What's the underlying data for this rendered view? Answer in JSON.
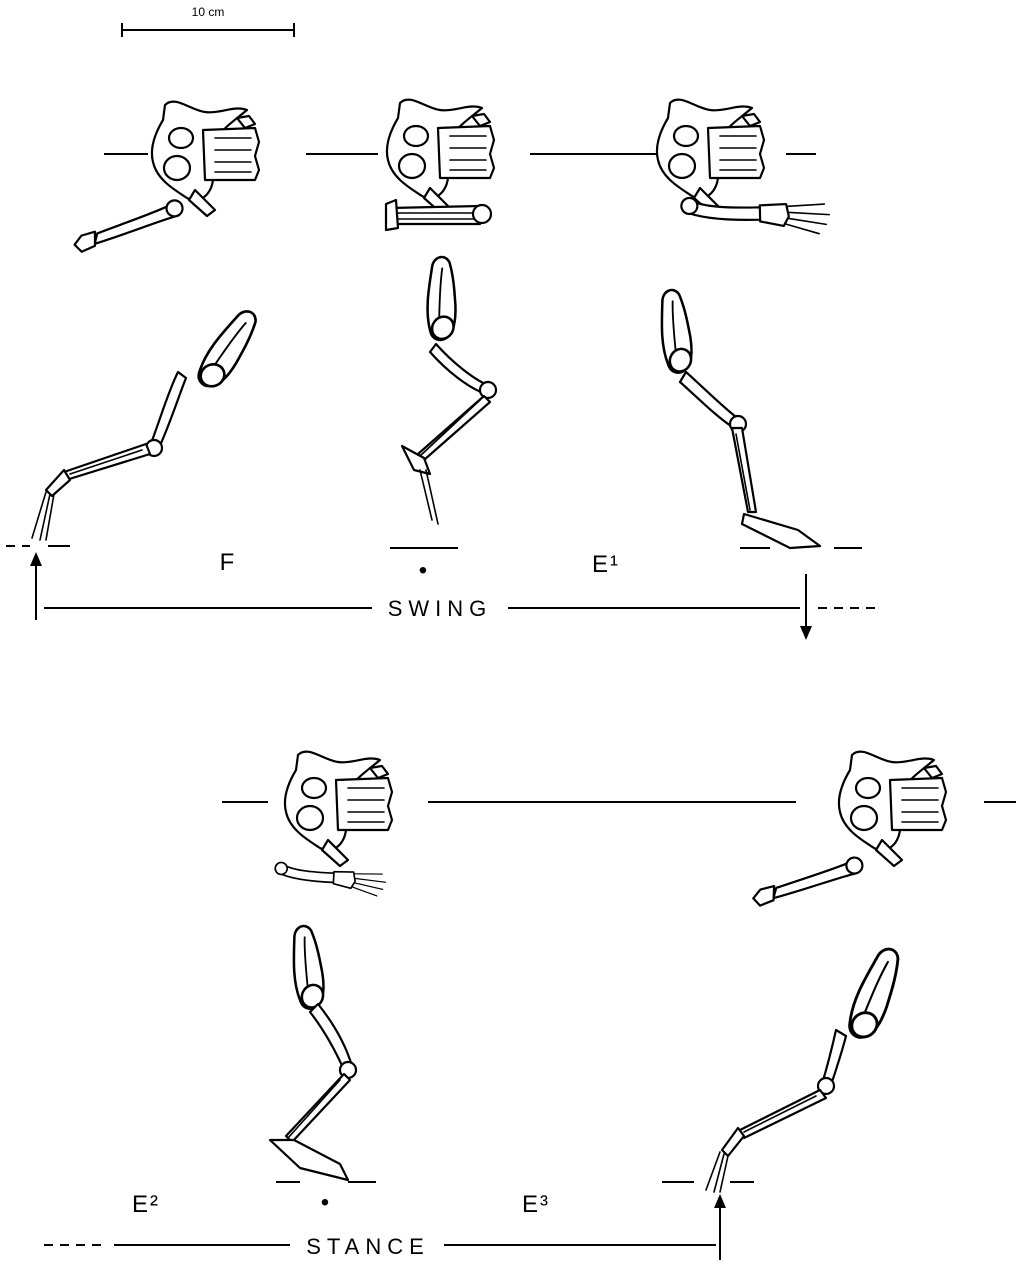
{
  "scale_bar": {
    "label": "10 cm"
  },
  "swing": {
    "label": "SWING",
    "phases": [
      "F",
      "•",
      "E¹"
    ]
  },
  "stance": {
    "label": "STANCE",
    "phases": [
      "E²",
      "•",
      "E³"
    ]
  }
}
